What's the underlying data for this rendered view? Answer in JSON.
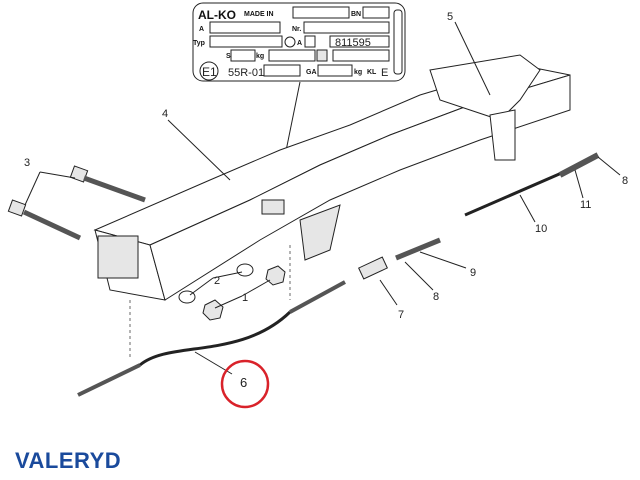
{
  "plate": {
    "brand": "AL-KO",
    "made_in": "MADE IN",
    "bn": "BN",
    "a": "A",
    "nr": "Nr.",
    "typ": "Typ",
    "a2": "A",
    "part_number": "811595",
    "s": "S",
    "kg": "kg",
    "e_mark": "E1",
    "regulation": "55R-01",
    "ga": "GA",
    "kg2": "kg",
    "kl": "KL",
    "class": "E"
  },
  "callouts": [
    "5",
    "4",
    "3",
    "8",
    "11",
    "10",
    "9",
    "2",
    "1",
    "8",
    "7",
    "6"
  ],
  "highlight": {
    "callout": "6",
    "color": "#d9222a"
  },
  "brand": {
    "name": "VALERYD",
    "color": "#1a4a9c"
  }
}
